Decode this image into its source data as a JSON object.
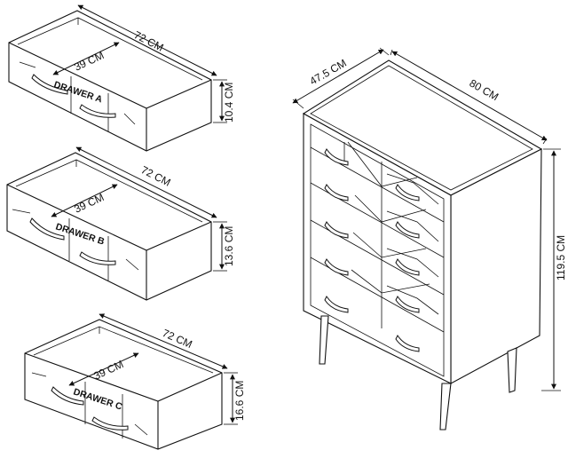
{
  "drawers": [
    {
      "name": "DRAWER A",
      "width": "72 CM",
      "depth": "39 CM",
      "height": "10.4 CM"
    },
    {
      "name": "DRAWER B",
      "width": "72 CM",
      "depth": "39 CM",
      "height": "13.6 CM"
    },
    {
      "name": "DRAWER C",
      "width": "72 CM",
      "depth": "39 CM",
      "height": "16.6 CM"
    }
  ],
  "cabinet": {
    "depth": "47.5 CM",
    "width": "80 CM",
    "height": "119.5 CM"
  }
}
